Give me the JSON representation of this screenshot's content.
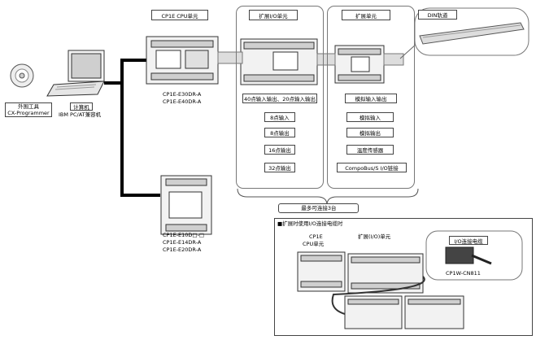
{
  "header": {
    "cpu_unit": "CP1E CPU单元",
    "expansion_io": "扩展I/O单元",
    "expansion_unit": "扩展单元",
    "din_rail": "DIN轨道"
  },
  "pc": {
    "software_label": "外围工具",
    "software_name": "CX-Programmer",
    "computer_label": "计算机",
    "computer_desc": "IBM PC/AT兼容机"
  },
  "cpu_top": {
    "model_1": "CP1E-E30DR-A",
    "model_2": "CP1E-E40DR-A"
  },
  "cpu_bottom": {
    "model_1": "CP1E-E10D□-□",
    "model_2": "CP1E-E14DR-A",
    "model_3": "CP1E-E20DR-A"
  },
  "io_options": [
    "40点输入输出、20点输入输出",
    "8点输入",
    "8点输出",
    "16点输出",
    "32点输出"
  ],
  "unit_options": [
    "模拟输入输出",
    "模拟输入",
    "模拟输出",
    "温度传感器",
    "CompoBus/S I/O链接"
  ],
  "max_note": "最多可连接3台",
  "inset": {
    "title": "■扩展时使用I/O连接电缆时",
    "cpu_label_1": "CP1E",
    "cpu_label_2": "CPU单元",
    "exp_label": "扩展(I/O)单元",
    "cable_label": "I/O连接电缆",
    "cable_model": "CP1W-CN811"
  }
}
